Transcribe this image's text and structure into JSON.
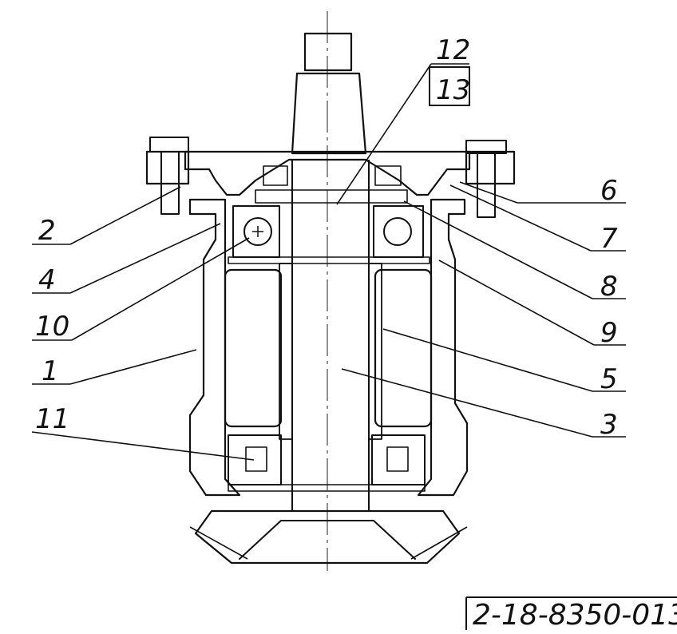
{
  "labels": {
    "left": [
      "2",
      "4",
      "10",
      "1",
      "11"
    ],
    "right": [
      "6",
      "7",
      "8",
      "9",
      "5",
      "3"
    ],
    "top": [
      "12",
      "13"
    ]
  },
  "document_number": "2-18-8350-013"
}
